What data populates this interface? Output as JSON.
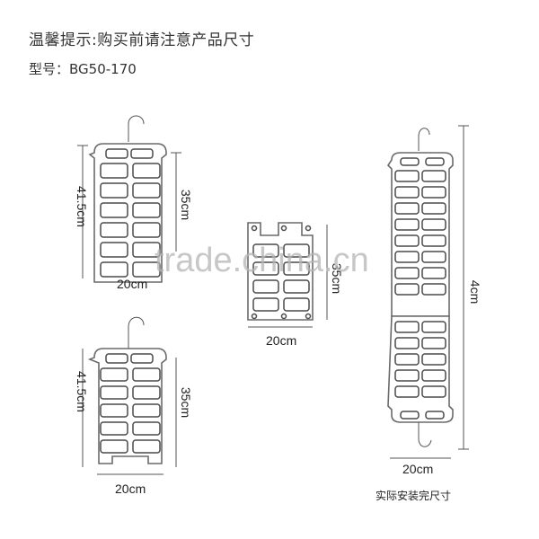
{
  "header": {
    "notice": "温馨提示:购买前请注意产品尺寸",
    "model": "型号：BG50-170"
  },
  "hangers": {
    "top_left": {
      "height": "41.5cm",
      "inner_height": "35cm",
      "width": "20cm"
    },
    "middle": {
      "inner_height": "35cm",
      "width": "20cm"
    },
    "bottom_left": {
      "height": "41.5cm",
      "inner_height": "35cm",
      "width": "20cm"
    },
    "right": {
      "height": "4cm",
      "width": "20cm",
      "caption": "实际安装完尺寸"
    }
  },
  "watermark": "trade.china.cn",
  "colors": {
    "outline": "#6a6a6a",
    "slot": "#4a4a4a",
    "watermark": "#b5b5b5"
  }
}
